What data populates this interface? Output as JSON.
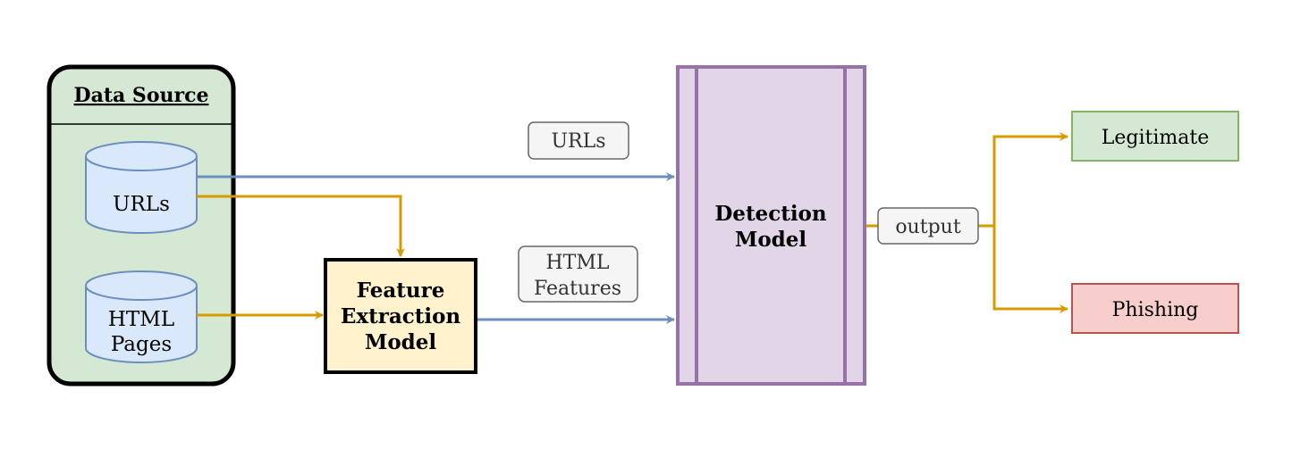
{
  "data_source": {
    "title": "Data Source",
    "urls_label": "URLs",
    "html_pages_line1": "HTML",
    "html_pages_line2": "Pages"
  },
  "feature_extraction": {
    "line1": "Feature",
    "line2": "Extraction",
    "line3": "Model"
  },
  "detection_model": {
    "line1": "Detection",
    "line2": "Model"
  },
  "edge_labels": {
    "urls": "URLs",
    "html_features_line1": "HTML",
    "html_features_line2": "Features",
    "output": "output"
  },
  "outputs": {
    "legitimate": "Legitimate",
    "phishing": "Phishing"
  },
  "colors": {
    "blue_arrow": "#6c8ebf",
    "orange_arrow": "#d79b00",
    "data_source_fill": "#d5e8d4",
    "database_fill": "#dae8fc",
    "feature_fill": "#fff2cc",
    "detection_fill": "#e1d5e7",
    "detection_stroke": "#9673a6",
    "legit_fill": "#d5e8d4",
    "legit_stroke": "#82b366",
    "phishing_fill": "#f8cecc",
    "phishing_stroke": "#b85450",
    "label_fill": "#f5f5f5",
    "label_stroke": "#666666"
  }
}
